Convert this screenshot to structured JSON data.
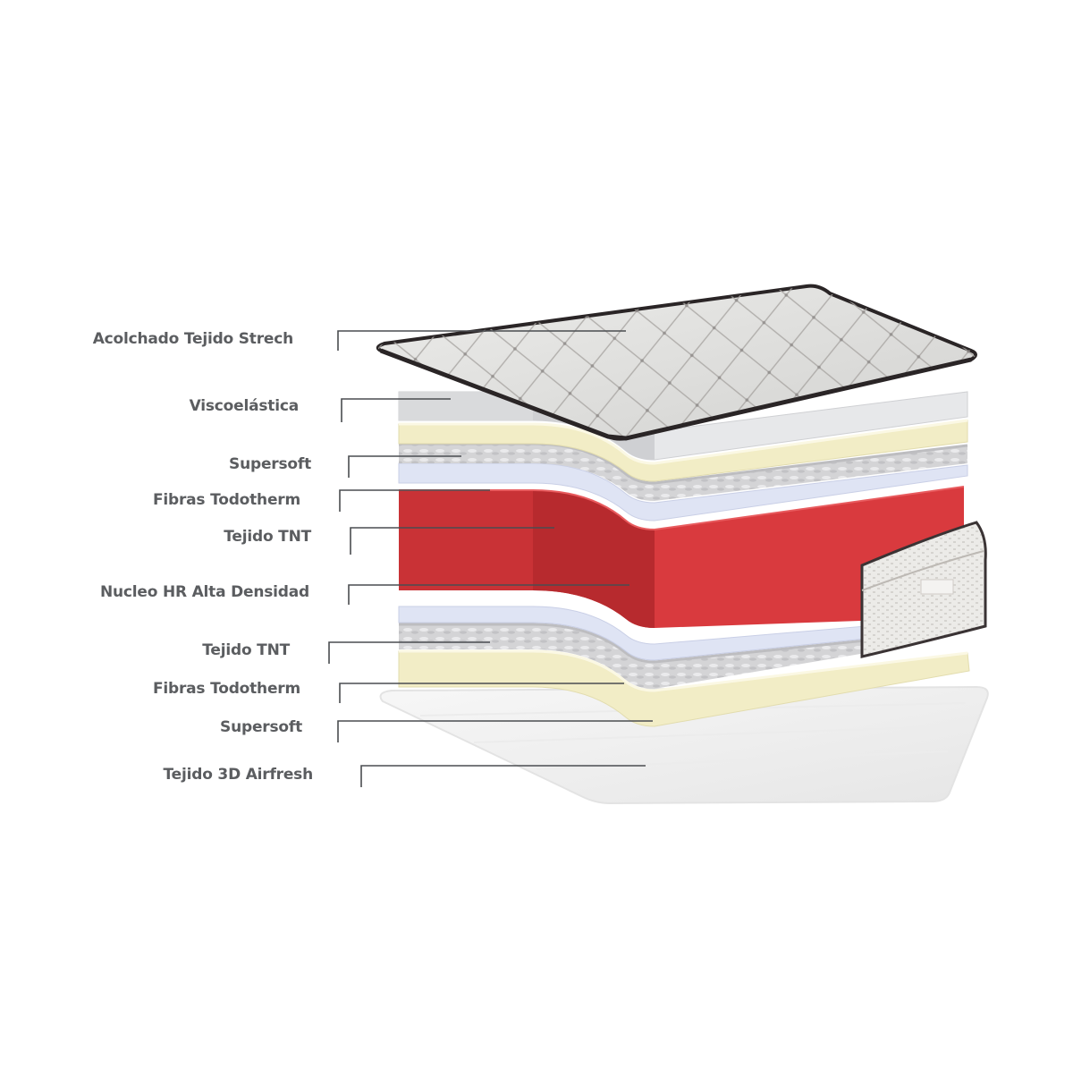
{
  "layers": [
    {
      "id": "acolchado",
      "label": "Acolchado Tejido Strech"
    },
    {
      "id": "visco",
      "label": "Viscoelástica"
    },
    {
      "id": "supersoft_top",
      "label": "Supersoft"
    },
    {
      "id": "fibras_top",
      "label": "Fibras Todotherm"
    },
    {
      "id": "tnt_top",
      "label": "Tejido TNT"
    },
    {
      "id": "nucleo",
      "label": "Nucleo HR Alta Densidad"
    },
    {
      "id": "tnt_bottom",
      "label": "Tejido TNT"
    },
    {
      "id": "fibras_bottom",
      "label": "Fibras Todotherm"
    },
    {
      "id": "supersoft_bottom",
      "label": "Supersoft"
    },
    {
      "id": "airfresh",
      "label": "Tejido 3D Airfresh"
    }
  ],
  "colors": {
    "label_text": "#5b5d60",
    "leader_line": "#4a4d50",
    "core_red": "#d93a3e",
    "core_red_dark": "#b72a2e",
    "foam_cream": "#f2edc6",
    "foam_grey": "#d9dadc",
    "tnt_blue": "#dfe4f4",
    "quilt_fabric": "#e3e3e1",
    "quilt_border": "#2a2526"
  }
}
